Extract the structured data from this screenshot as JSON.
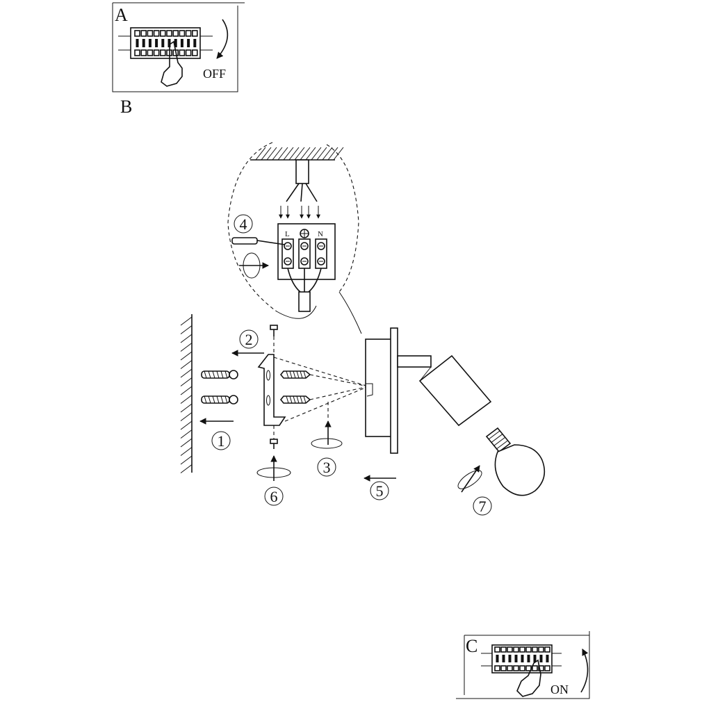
{
  "panels": {
    "a": {
      "letter": "A",
      "state": "OFF"
    },
    "b": {
      "letter": "B"
    },
    "c": {
      "letter": "C",
      "state": "ON"
    }
  },
  "terminal": {
    "left": "L",
    "right": "N"
  },
  "steps": [
    "1",
    "2",
    "3",
    "4",
    "5",
    "6",
    "7"
  ]
}
